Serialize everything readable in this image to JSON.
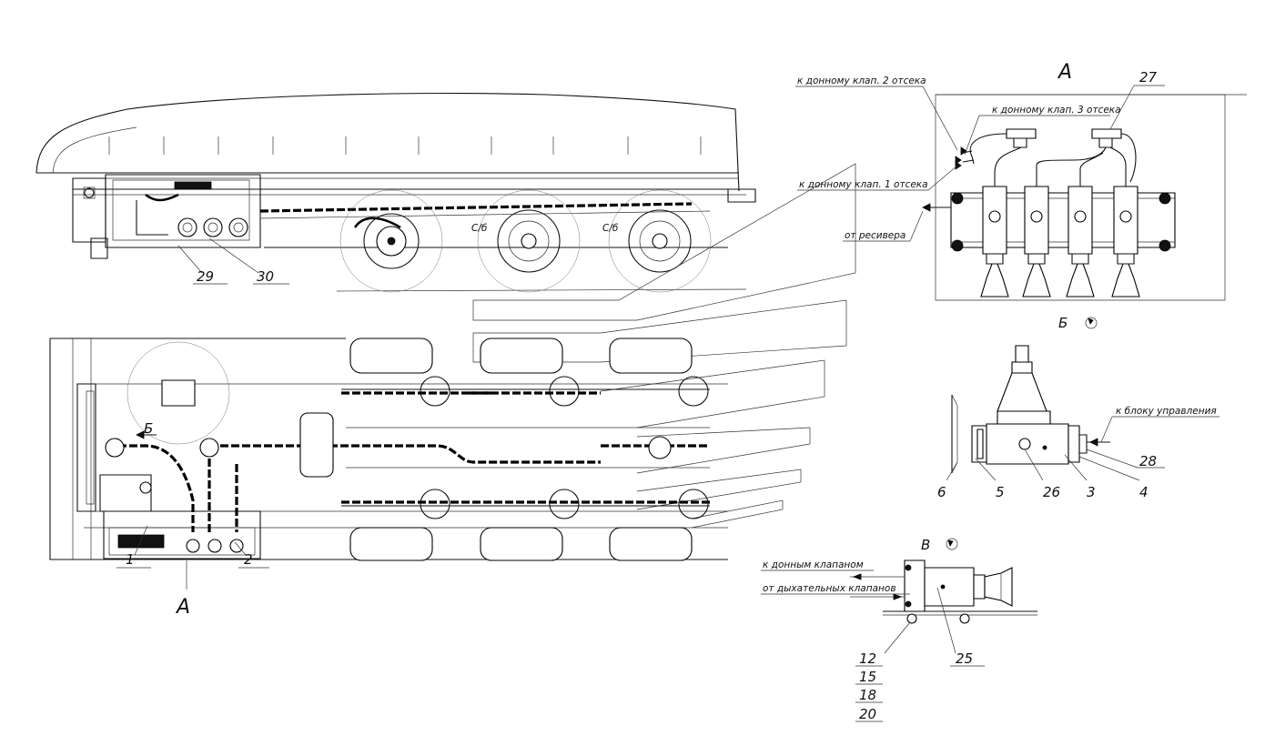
{
  "views": {
    "detail_a": "А",
    "detail_b": "Б",
    "detail_v": "В",
    "view_b_arrow": "Б"
  },
  "callouts": {
    "c1": "1",
    "c2": "2",
    "c3": "3",
    "c4": "4",
    "c5": "5",
    "c6": "6",
    "c12": "12",
    "c15": "15",
    "c18": "18",
    "c20": "20",
    "c25": "25",
    "c26": "26",
    "c27": "27",
    "c28": "28",
    "c29": "29",
    "c30": "30"
  },
  "annotations": {
    "to_valve_2": "к донному клап. 2 отсека",
    "to_valve_3": "к донному клап. 3 отсека",
    "to_valve_1": "к донному клап. 1 отсека",
    "from_receiver": "от ресивера",
    "to_control_block": "к блоку управления",
    "to_bottom_valves": "к донным клапаном",
    "from_breather_valves": "от дыхательных клапанов",
    "wheel_mark_1": "С/б",
    "wheel_mark_2": "С/б"
  }
}
